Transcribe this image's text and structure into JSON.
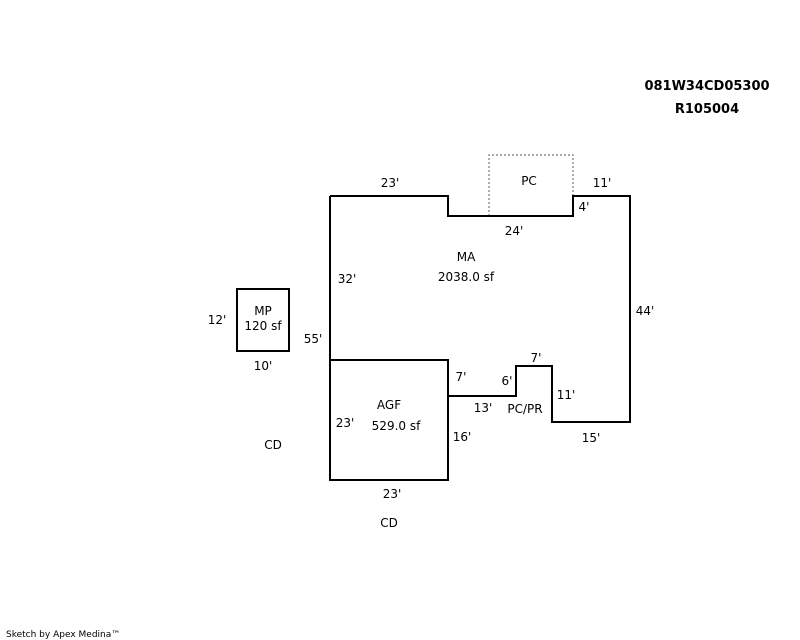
{
  "header": {
    "parcel_id": "081W34CD05300",
    "account_id": "R105004"
  },
  "areas": {
    "ma": {
      "code": "MA",
      "area": "2038.0 sf"
    },
    "agf": {
      "code": "AGF",
      "area": "529.0 sf"
    },
    "mp": {
      "code": "MP",
      "area": "120 sf"
    },
    "pc": {
      "code": "PC"
    },
    "pcpr": {
      "code": "PC/PR"
    },
    "cd_left": {
      "code": "CD"
    },
    "cd_bottom": {
      "code": "CD"
    }
  },
  "dimensions": {
    "ma_top_left": "23'",
    "ma_top_right": "11'",
    "ma_notch_bottom": "24'",
    "ma_notch_right": "4'",
    "ma_left_upper": "32'",
    "ma_left_total": "55'",
    "ma_right": "44'",
    "pcpr_bottom": "15'",
    "pcpr_step_right": "11'",
    "pcpr_step_top": "7'",
    "pcpr_step_left": "6'",
    "pcpr_left_top": "7'",
    "pcpr_horizontal": "13'",
    "agf_left": "23'",
    "agf_right": "16'",
    "agf_bottom": "23'",
    "mp_left": "12'",
    "mp_bottom": "10'"
  },
  "footer": {
    "credit": "Sketch by Apex Medina™"
  }
}
